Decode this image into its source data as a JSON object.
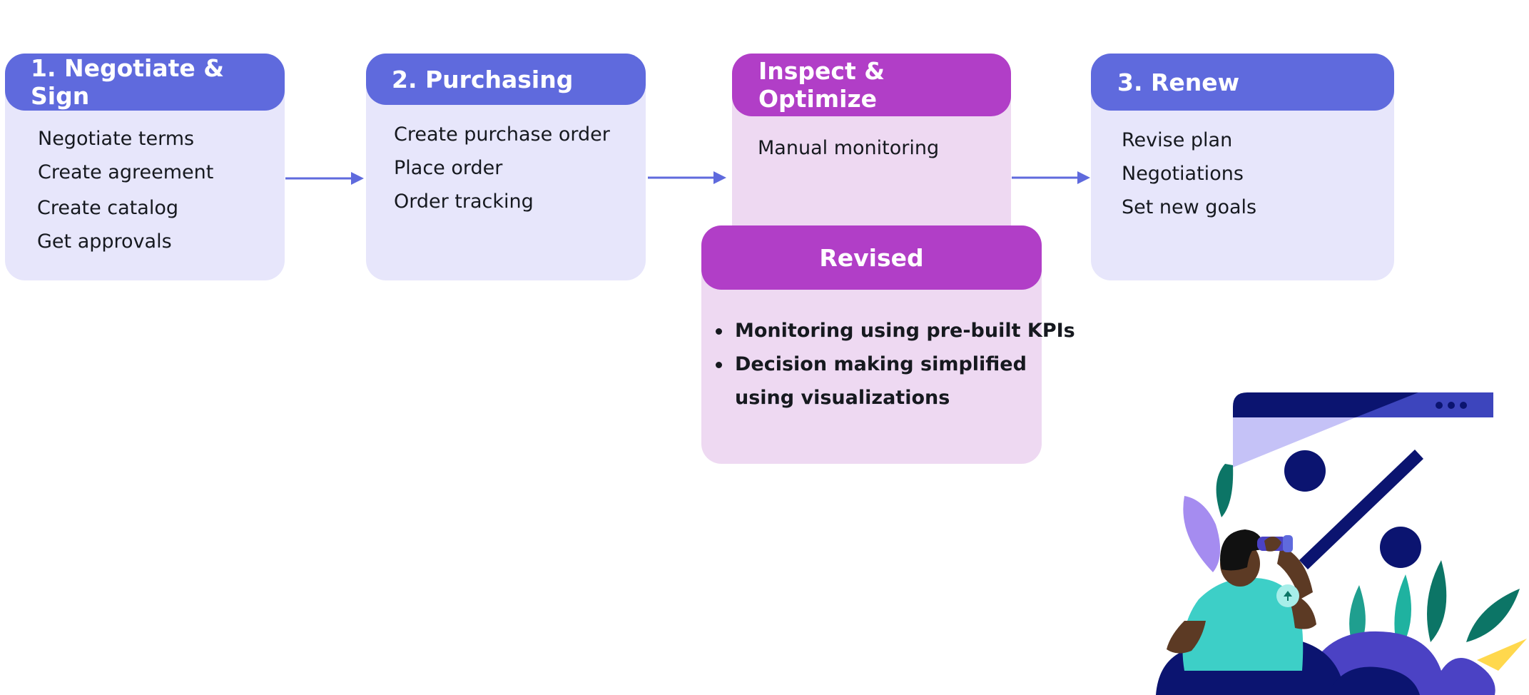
{
  "stages": [
    {
      "title": "1. Negotiate & Sign",
      "items": [
        "Negotiate terms",
        "Create agreement",
        "Create catalog",
        "Get approvals"
      ]
    },
    {
      "title": "2. Purchasing",
      "items": [
        "Create purchase order",
        "Place order",
        "Order tracking"
      ]
    },
    {
      "title": "Inspect & Optimize",
      "items": [
        "Manual monitoring"
      ]
    },
    {
      "title": "3. Renew",
      "items": [
        "Revise plan",
        "Negotiations",
        "Set new goals"
      ]
    }
  ],
  "revised": {
    "title": "Revised",
    "bullets": [
      "Monitoring using pre-built KPIs",
      "Decision making simplified",
      "using visualizations"
    ]
  },
  "colors": {
    "stage_header": "#5f6add",
    "stage_body": "#e7e6fb",
    "inspect_header": "#b13ec7",
    "inspect_body": "#eed9f2",
    "arrow": "#5f6add"
  },
  "illustration": {
    "icon": "person-with-binoculars-percent-browser-illustration"
  }
}
